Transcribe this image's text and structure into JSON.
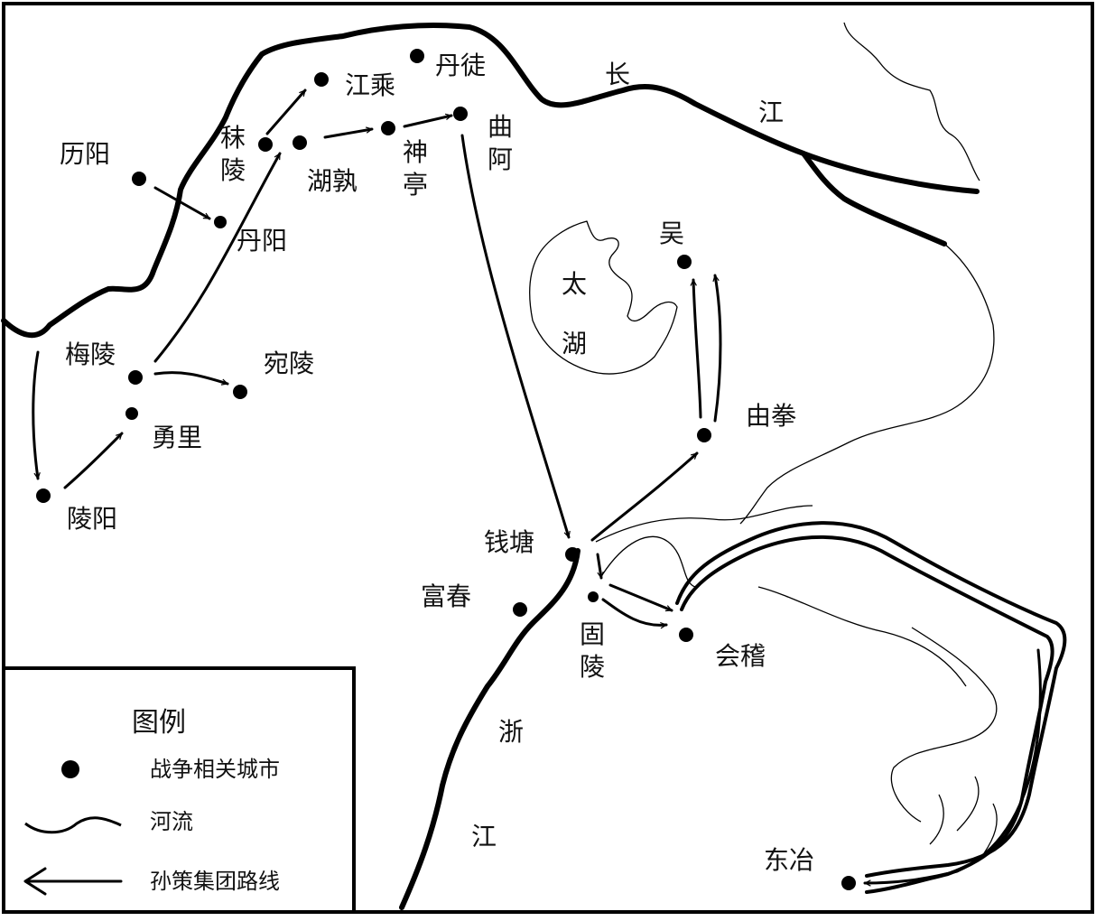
{
  "rivers": {
    "yangtze_1": "长",
    "yangtze_2": "江",
    "zhe_1": "浙",
    "zhe_2": "江",
    "taihu_1": "太",
    "taihu_2": "湖"
  },
  "cities": {
    "liyang": "历阳",
    "danyang": "丹阳",
    "moling_1": "秣",
    "moling_2": "陵",
    "jiangcheng": "江乘",
    "dantu": "丹徒",
    "hushu": "湖孰",
    "shenting_1": "神",
    "shenting_2": "亭",
    "qua_1": "曲",
    "qua_2": "阿",
    "meiling": "梅陵",
    "wanling": "宛陵",
    "yongli": "勇里",
    "lingyang": "陵阳",
    "wu": "吴",
    "youquan": "由拳",
    "qiantang": "钱塘",
    "fuchun": "富春",
    "guling_1": "固",
    "guling_2": "陵",
    "kuaiji": "会稽",
    "dongye": "东冶"
  },
  "legend": {
    "title": "图例",
    "city": "战争相关城市",
    "river": "河流",
    "route": "孙策集团路线"
  },
  "colors": {
    "ink": "#000000",
    "paper": "#ffffff"
  }
}
